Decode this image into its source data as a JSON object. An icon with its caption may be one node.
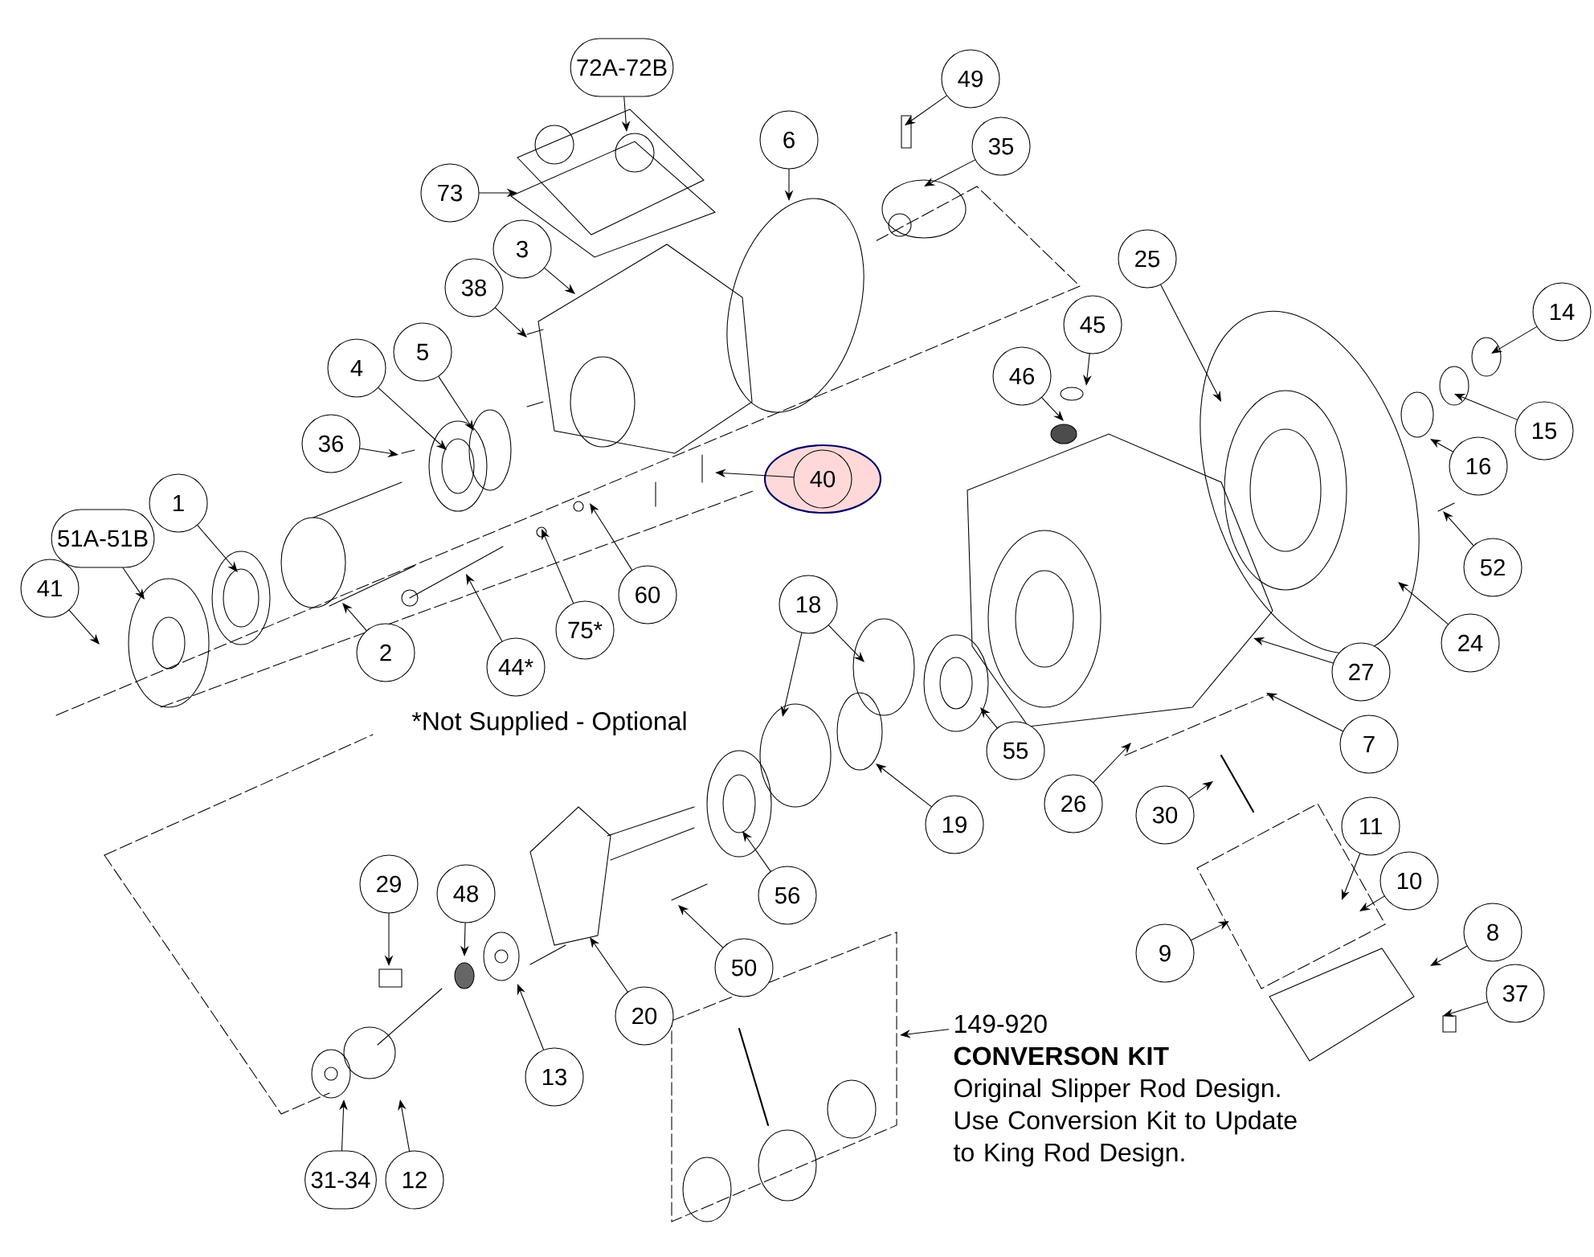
{
  "diagram": {
    "nodes": [
      {
        "text": [
          "72A-72B"
        ]
      },
      {
        "text": [
          "73"
        ]
      },
      {
        "text": [
          "6"
        ]
      },
      {
        "text": [
          "49"
        ]
      },
      {
        "text": [
          "35"
        ]
      },
      {
        "text": [
          "3"
        ]
      },
      {
        "text": [
          "38"
        ]
      },
      {
        "text": [
          "25"
        ]
      },
      {
        "text": [
          "14"
        ]
      },
      {
        "text": [
          "45"
        ]
      },
      {
        "text": [
          "46"
        ]
      },
      {
        "text": [
          "5"
        ]
      },
      {
        "text": [
          "4"
        ]
      },
      {
        "text": [
          "36"
        ]
      },
      {
        "text": [
          "15"
        ]
      },
      {
        "text": [
          "16"
        ]
      },
      {
        "text": [
          "40"
        ]
      },
      {
        "text": [
          "1"
        ]
      },
      {
        "text": [
          "51A-51B"
        ]
      },
      {
        "text": [
          "52"
        ]
      },
      {
        "text": [
          "41"
        ]
      },
      {
        "text": [
          "60"
        ]
      },
      {
        "text": [
          "18"
        ]
      },
      {
        "text": [
          "75*"
        ]
      },
      {
        "text": [
          "2"
        ]
      },
      {
        "text": [
          "44*"
        ]
      },
      {
        "text": [
          "24"
        ]
      },
      {
        "text": [
          "27"
        ]
      },
      {
        "text": [
          "7"
        ]
      },
      {
        "text": [
          "55"
        ]
      },
      {
        "text": [
          "26"
        ]
      },
      {
        "text": [
          "30"
        ]
      },
      {
        "text": [
          "19"
        ]
      },
      {
        "text": [
          "11"
        ]
      },
      {
        "text": [
          "10"
        ]
      },
      {
        "text": [
          "29"
        ]
      },
      {
        "text": [
          "48"
        ]
      },
      {
        "text": [
          "56"
        ]
      },
      {
        "text": [
          "9"
        ]
      },
      {
        "text": [
          "8"
        ]
      },
      {
        "text": [
          "50"
        ]
      },
      {
        "text": [
          "37"
        ]
      },
      {
        "text": [
          "20"
        ]
      },
      {
        "text": [
          "13"
        ]
      },
      {
        "text": [
          "31-34"
        ]
      },
      {
        "text": [
          "12"
        ]
      },
      {
        "text": [
          "149-920",
          "CONVERSON KIT",
          "Original Slipper Rod Design. Use Conversion Kit to Update to King Rod Design."
        ]
      }
    ],
    "edges": [
      {
        "from": 0,
        "to": null,
        "arrow": "to"
      },
      {
        "from": 1,
        "to": null,
        "arrow": "to"
      },
      {
        "from": 2,
        "to": null,
        "arrow": "to"
      },
      {
        "from": 3,
        "to": null,
        "arrow": "to"
      },
      {
        "from": 4,
        "to": null,
        "arrow": "to"
      },
      {
        "from": 5,
        "to": null,
        "arrow": "to"
      },
      {
        "from": 6,
        "to": null,
        "arrow": "to"
      },
      {
        "from": 7,
        "to": null,
        "arrow": "to"
      },
      {
        "from": 8,
        "to": null,
        "arrow": "to"
      },
      {
        "from": 9,
        "to": null,
        "arrow": "to"
      },
      {
        "from": 10,
        "to": null,
        "arrow": "to"
      },
      {
        "from": 11,
        "to": null,
        "arrow": "to"
      },
      {
        "from": 12,
        "to": null,
        "arrow": "to"
      },
      {
        "from": 13,
        "to": null,
        "arrow": "to"
      },
      {
        "from": 14,
        "to": null,
        "arrow": "to"
      },
      {
        "from": 15,
        "to": null,
        "arrow": "to"
      },
      {
        "from": 16,
        "to": null,
        "arrow": "to"
      },
      {
        "from": 17,
        "to": null,
        "arrow": "to"
      },
      {
        "from": 18,
        "to": null,
        "arrow": "to"
      },
      {
        "from": 19,
        "to": null,
        "arrow": "to"
      },
      {
        "from": 20,
        "to": null,
        "arrow": "to"
      },
      {
        "from": 21,
        "to": null,
        "arrow": "to"
      },
      {
        "from": 22,
        "to": null,
        "arrow": "to"
      },
      {
        "from": 22,
        "to": null,
        "arrow": "to"
      },
      {
        "from": 23,
        "to": null,
        "arrow": "to"
      },
      {
        "from": 24,
        "to": null,
        "arrow": "to"
      },
      {
        "from": 25,
        "to": null,
        "arrow": "to"
      },
      {
        "from": 26,
        "to": null,
        "arrow": "to"
      },
      {
        "from": 27,
        "to": null,
        "arrow": "to"
      },
      {
        "from": 28,
        "to": null,
        "arrow": "to"
      },
      {
        "from": 29,
        "to": null,
        "arrow": "to"
      },
      {
        "from": 30,
        "to": null,
        "arrow": "to"
      },
      {
        "from": 31,
        "to": null,
        "arrow": "to"
      },
      {
        "from": 32,
        "to": null,
        "arrow": "to"
      },
      {
        "from": 33,
        "to": null,
        "arrow": "to"
      },
      {
        "from": 34,
        "to": null,
        "arrow": "to"
      },
      {
        "from": 35,
        "to": null,
        "arrow": "to"
      },
      {
        "from": 36,
        "to": null,
        "arrow": "to"
      },
      {
        "from": 37,
        "to": null,
        "arrow": "to"
      },
      {
        "from": 38,
        "to": null,
        "arrow": "to"
      },
      {
        "from": 39,
        "to": null,
        "arrow": "to"
      },
      {
        "from": 40,
        "to": null,
        "arrow": "to"
      },
      {
        "from": 41,
        "to": null,
        "arrow": "to"
      },
      {
        "from": 42,
        "to": null,
        "arrow": "to"
      },
      {
        "from": 43,
        "to": null,
        "arrow": "to"
      },
      {
        "from": 44,
        "to": null,
        "arrow": "to"
      },
      {
        "from": 45,
        "to": null,
        "arrow": "to"
      },
      {
        "from": 46,
        "to": null,
        "arrow": "to"
      }
    ],
    "labels": [
      "*Not Supplied - Optional"
    ]
  }
}
